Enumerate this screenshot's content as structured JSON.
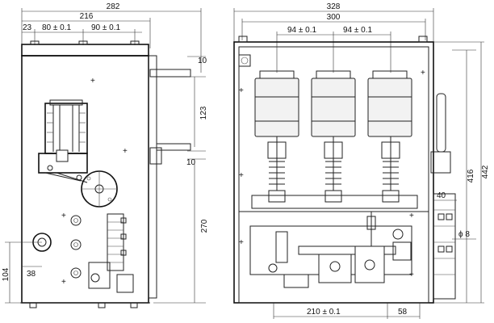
{
  "side_view": {
    "dim_282": "282",
    "dim_216": "216",
    "dim_23": "23",
    "dim_80": "80 ± 0.1",
    "dim_90": "90 ± 0.1",
    "dim_10_top": "10",
    "dim_123": "123",
    "dim_10_mid": "10",
    "dim_270": "270",
    "dim_38": "38",
    "dim_104": "104"
  },
  "front_view": {
    "dim_328": "328",
    "dim_300": "300",
    "dim_94_left": "94 ± 0.1",
    "dim_94_right": "94 ± 0.1",
    "dim_442": "442",
    "dim_416": "416",
    "dim_40": "40",
    "dim_phi8": "ϕ 8",
    "dim_210": "210 ± 0.1",
    "dim_58": "58"
  }
}
